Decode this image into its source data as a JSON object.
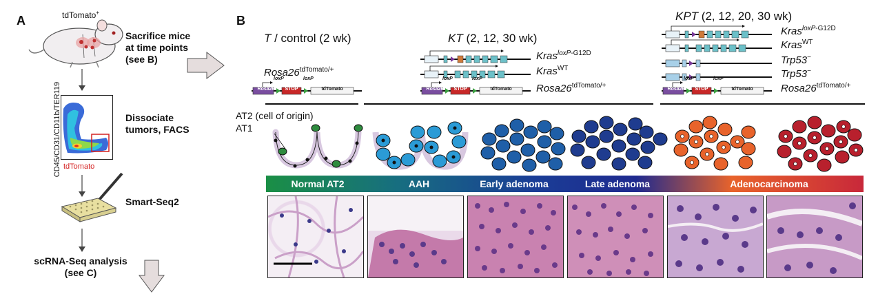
{
  "panel_a": {
    "letter": "A",
    "mouse_label": "tdTomato",
    "mouse_label_sup": "+",
    "step1": "Sacrifice mice at time points (see B)",
    "step1_lines": [
      "Sacrifice mice",
      "at time points",
      "(see B)"
    ],
    "facs_yaxis": "CD45/CD31/CD11b/TER119",
    "facs_xaxis": "tdTomato",
    "step2_lines": [
      "Dissociate",
      "tumors, FACS"
    ],
    "step3": "Smart-Seq2",
    "step4_lines": [
      "scRNA-Seq analysis",
      "(see C)"
    ]
  },
  "panel_b": {
    "letter": "B",
    "groups": [
      {
        "title_italic": "T",
        "title_rest": " / control (2 wk)"
      },
      {
        "title_italic": "KT",
        "title_rest": " (2, 12, 30 wk)"
      },
      {
        "title_italic": "KPT",
        "title_rest": " (2, 12, 20, 30 wk)"
      }
    ],
    "alleles": {
      "rosa": {
        "base": "Rosa26",
        "sup": "tdTomato/+"
      },
      "kras_mut": {
        "base": "Kras",
        "sup_italic": "loxP",
        "sup_rest": "-G12D"
      },
      "kras_wt": {
        "base": "Kras",
        "sup": "WT"
      },
      "trp53": {
        "base": "Trp53",
        "sup": "−"
      }
    },
    "construct": {
      "rosa_box": "Rosa26",
      "stop_box": "STOP",
      "td_box": "tdTomato",
      "loxp": "loxP"
    },
    "cell_labels": {
      "at2": "AT2 (cell of origin)",
      "at1": "AT1"
    },
    "stages": [
      "Normal AT2",
      "AAH",
      "Early adenoma",
      "Late adenoma",
      "Adenocarcinoma"
    ],
    "colors": {
      "normal": "#2e8b3e",
      "aah": "#2b9bd6",
      "early": "#1f5fa8",
      "late": "#1f3c8f",
      "adeno": "#e8632b",
      "carcinoma": "#b8202d",
      "membrane": "#d8c8e0"
    }
  }
}
